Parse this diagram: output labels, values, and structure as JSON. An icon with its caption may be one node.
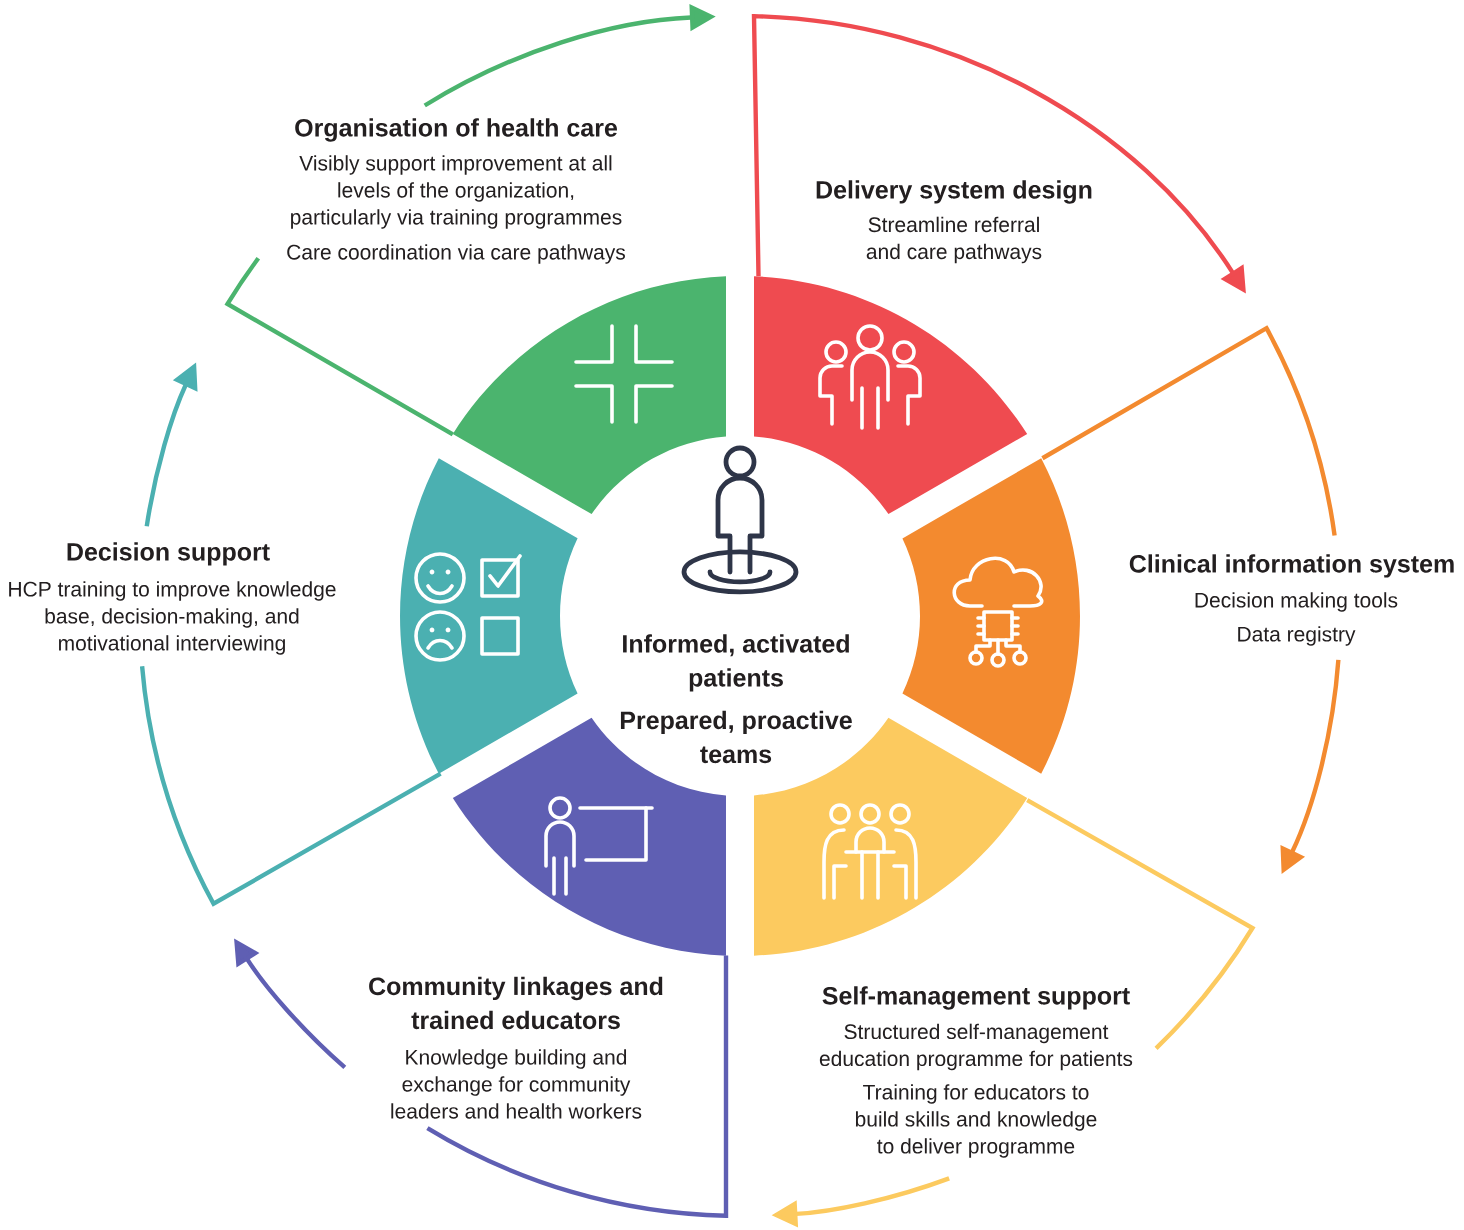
{
  "diagram": {
    "nodes": [
      {
        "text": [],
        "shape": "sector",
        "beside": [
          "Organisation of health care",
          "Visibly support improvement at all levels of the organization, particularly via training programmes",
          "Care coordination via care pathways"
        ]
      },
      {
        "text": [],
        "shape": "sector",
        "beside": [
          "Delivery system design",
          "Streamline referral and care pathways"
        ]
      },
      {
        "text": [],
        "shape": "sector",
        "beside": [
          "Clinical information system",
          "Decision making tools",
          "Data registry"
        ]
      },
      {
        "text": [],
        "shape": "sector",
        "beside": [
          "Self-management support",
          "Structured self-management education programme for patients",
          "Training for educators to build skills and knowledge to deliver programme"
        ]
      },
      {
        "text": [],
        "shape": "sector",
        "beside": [
          "Community linkages and trained educators",
          "Knowledge building and exchange for community leaders and health workers"
        ]
      },
      {
        "text": [],
        "shape": "sector",
        "beside": [
          "Decision support",
          "HCP training to improve knowledge base, decision-making, and motivational interviewing"
        ]
      }
    ],
    "edges": [
      {
        "from": 0,
        "to": null,
        "arrow": "to",
        "color": "#4bb46e"
      },
      {
        "from": 1,
        "to": null,
        "arrow": "to",
        "color": "#ef4b50"
      },
      {
        "from": 2,
        "to": null,
        "arrow": "to",
        "color": "#f38a2f"
      },
      {
        "from": 3,
        "to": null,
        "arrow": "to",
        "color": "#fcca5f"
      },
      {
        "from": 4,
        "to": null,
        "arrow": "to",
        "color": "#5f5fb3"
      },
      {
        "from": 5,
        "to": null,
        "arrow": "to",
        "color": "#4bb0b1"
      }
    ],
    "labels": [
      "Informed, activated patients",
      "Prepared, proactive teams"
    ]
  }
}
